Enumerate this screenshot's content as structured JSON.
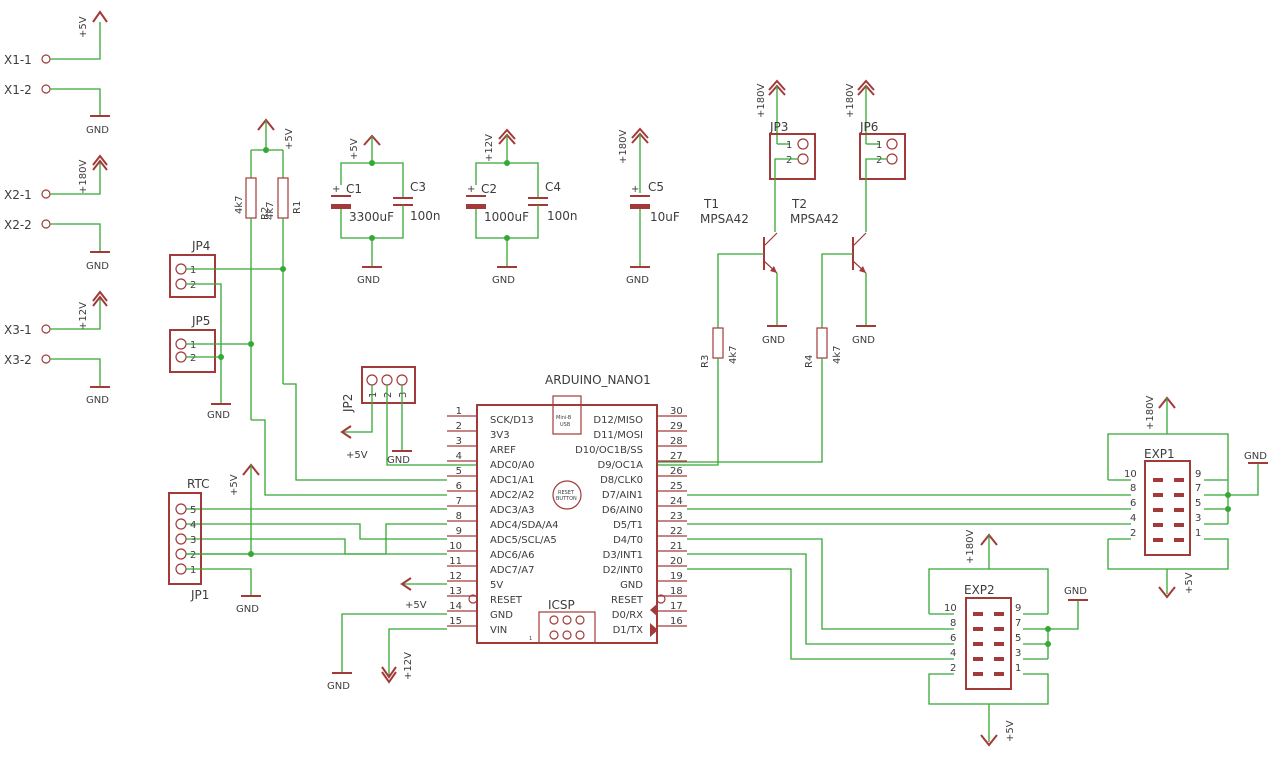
{
  "colors": {
    "wire": "#35a835",
    "symbol": "#a33a3a",
    "text": "#3c3c3c",
    "background": "#ffffff"
  },
  "connectors": {
    "x1_1": "X1-1",
    "x1_2": "X1-2",
    "x2_1": "X2-1",
    "x2_2": "X2-2",
    "x3_1": "X3-1",
    "x3_2": "X3-2"
  },
  "supplies": {
    "p5v": "+5V",
    "p12v": "+12V",
    "p180v": "+180V",
    "gnd": "GND"
  },
  "parts": {
    "c1": "C1",
    "c1_value": "3300uF",
    "c2": "C2",
    "c2_value": "1000uF",
    "c3": "C3",
    "c3_value": "100n",
    "c4": "C4",
    "c4_value": "100n",
    "c5": "C5",
    "c5_value": "10uF",
    "r1": "R1",
    "r2": "R2",
    "r3": "R3",
    "r4": "R4",
    "r_value": "4k7",
    "t1": "T1",
    "t2": "T2",
    "t_value": "MPSA42",
    "jp1": "JP1",
    "jp2": "JP2",
    "jp3": "JP3",
    "jp4": "JP4",
    "jp5": "JP5",
    "jp6": "JP6",
    "rtc": "RTC",
    "exp1": "EXP1",
    "exp2": "EXP2",
    "arduino": "ARDUINO_NANO1",
    "usb_1": "Mini-B",
    "usb_2": "USB",
    "reset_1": "RESET",
    "reset_2": "BUTTON",
    "icsp": "ICSP",
    "icsp_pin1": "1"
  },
  "nano_left_pins": [
    {
      "num": "1",
      "name": "SCK/D13"
    },
    {
      "num": "2",
      "name": "3V3"
    },
    {
      "num": "3",
      "name": "AREF"
    },
    {
      "num": "4",
      "name": "ADC0/A0"
    },
    {
      "num": "5",
      "name": "ADC1/A1"
    },
    {
      "num": "6",
      "name": "ADC2/A2"
    },
    {
      "num": "7",
      "name": "ADC3/A3"
    },
    {
      "num": "8",
      "name": "ADC4/SDA/A4"
    },
    {
      "num": "9",
      "name": "ADC5/SCL/A5"
    },
    {
      "num": "10",
      "name": "ADC6/A6"
    },
    {
      "num": "11",
      "name": "ADC7/A7"
    },
    {
      "num": "12",
      "name": "5V"
    },
    {
      "num": "13",
      "name": "RESET"
    },
    {
      "num": "14",
      "name": "GND"
    },
    {
      "num": "15",
      "name": "VIN"
    }
  ],
  "nano_right_pins": [
    {
      "num": "30",
      "name": "D12/MISO"
    },
    {
      "num": "29",
      "name": "D11/MOSI"
    },
    {
      "num": "28",
      "name": "D10/OC1B/SS"
    },
    {
      "num": "27",
      "name": "D9/OC1A"
    },
    {
      "num": "26",
      "name": "D8/CLK0"
    },
    {
      "num": "25",
      "name": "D7/AIN1"
    },
    {
      "num": "24",
      "name": "D6/AIN0"
    },
    {
      "num": "23",
      "name": "D5/T1"
    },
    {
      "num": "22",
      "name": "D4/T0"
    },
    {
      "num": "21",
      "name": "D3/INT1"
    },
    {
      "num": "20",
      "name": "D2/INT0"
    },
    {
      "num": "19",
      "name": "GND"
    },
    {
      "num": "18",
      "name": "RESET"
    },
    {
      "num": "17",
      "name": "D0/RX"
    },
    {
      "num": "16",
      "name": "D1/TX"
    }
  ],
  "header_pins": {
    "p1": "1",
    "p2": "2",
    "p3": "3",
    "p4": "4",
    "p5": "5",
    "p6": "6",
    "p7": "7",
    "p8": "8",
    "p9": "9",
    "p10": "10"
  }
}
